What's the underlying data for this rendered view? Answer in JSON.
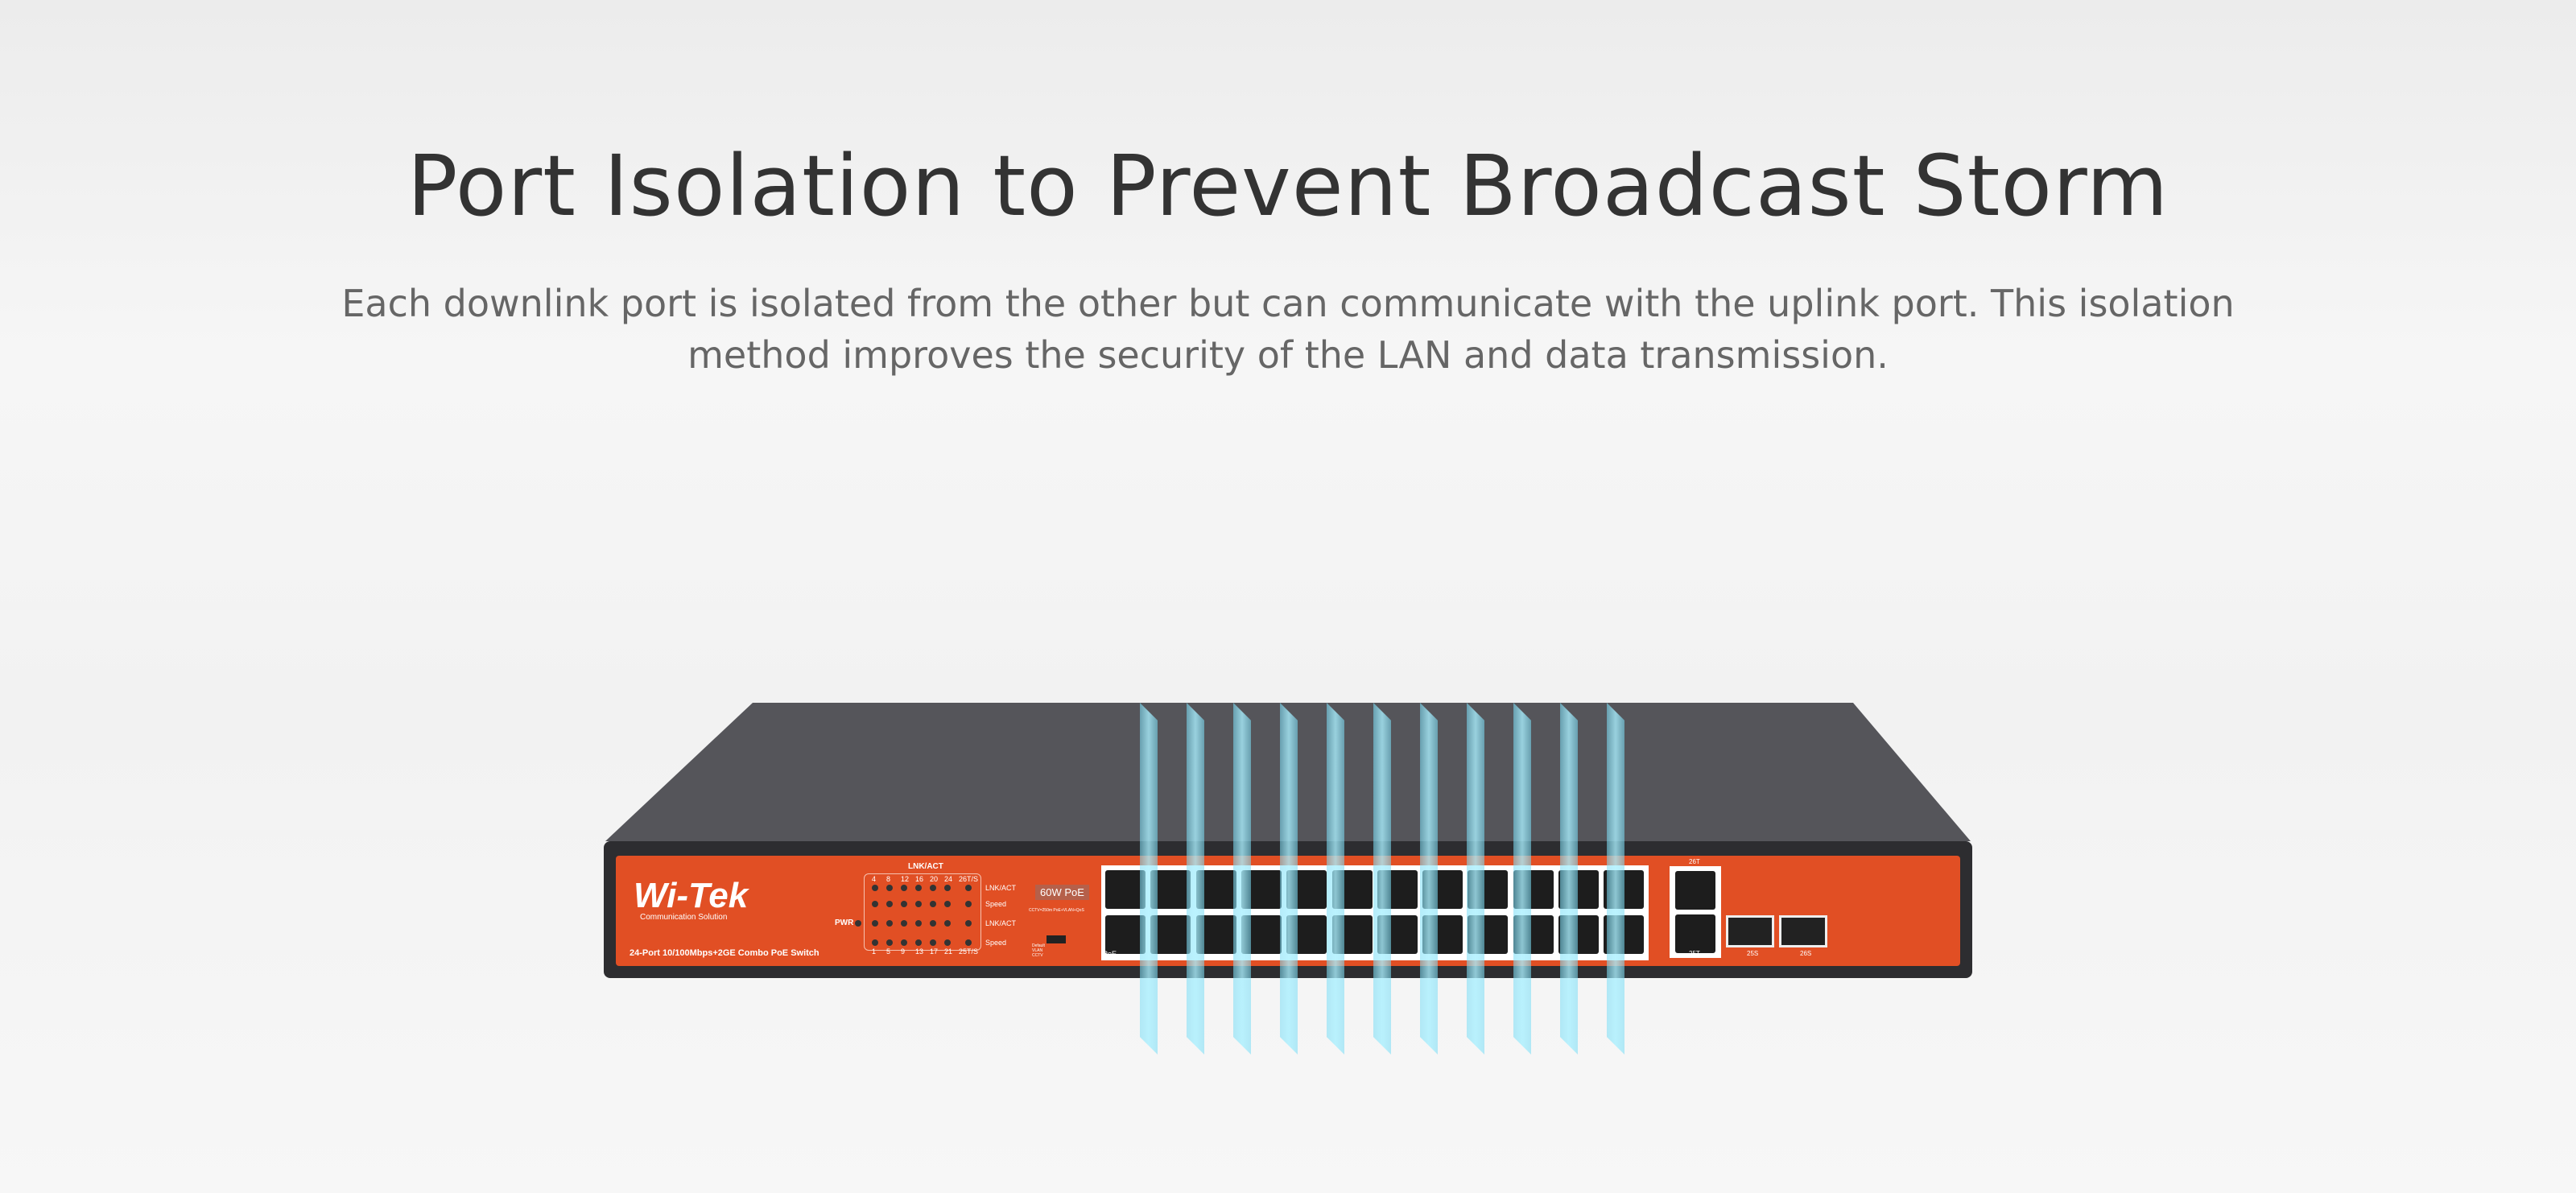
{
  "header": {
    "title": "Port Isolation to Prevent Broadcast Storm",
    "description": "Each downlink port is isolated from the other but can communicate with the uplink port. This isolation method improves the security of the LAN and data transmission."
  },
  "device": {
    "brand": "Wi-Tek",
    "brand_tagline": "Communication Solution",
    "model": "24-Port 10/100Mbps+2GE Combo PoE Switch",
    "led_header": "LNK/ACT",
    "pwr": "PWR",
    "top_numbers": [
      "4",
      "8",
      "12",
      "16",
      "20",
      "24",
      "26T/S"
    ],
    "bottom_numbers": [
      "1",
      "5",
      "9",
      "13",
      "17",
      "21",
      "25T/S"
    ],
    "row_labels": [
      "LNK/ACT",
      "Speed",
      "LNK/ACT",
      "Speed"
    ],
    "poe_badge": "60W PoE",
    "switch_caption": "CCTV=250m PoE+VLAN+QoS",
    "modes": [
      "Default",
      "VLAN",
      "CCTV"
    ],
    "poe_label": "PoE",
    "uplinks": {
      "top": "26T",
      "bottom": "25T",
      "sfp1": "25S",
      "sfp2": "26S"
    },
    "isolated_ports": 11
  }
}
